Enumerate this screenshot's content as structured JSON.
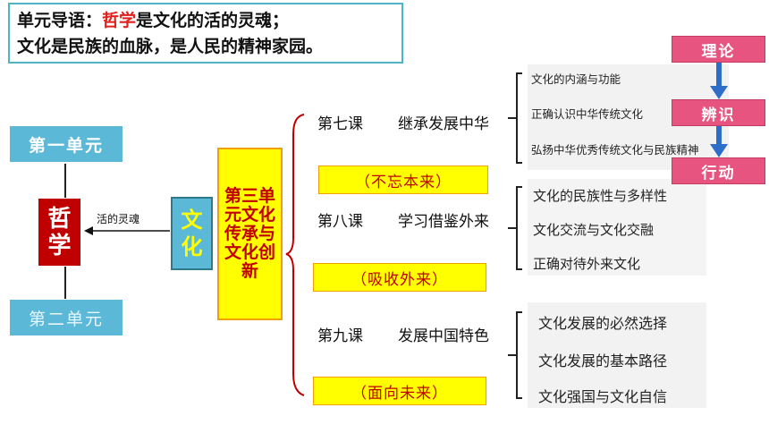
{
  "header": {
    "prefix": "单元导语：",
    "highlight": "哲学",
    "line1_rest": "是文化的活的灵魂；",
    "line2": "文化是民族的血脉，是人民的精神家园。"
  },
  "left": {
    "unit1": "第一单元",
    "unit2": "第二单元",
    "philosophy_chars": [
      "哲",
      "学"
    ],
    "link_label": "活的灵魂",
    "culture_chars": [
      "文",
      "化"
    ]
  },
  "unit3": "第三单元文化传承与文化创新",
  "lessons": [
    {
      "num": "第七课",
      "title": "继承发展中华",
      "tag": "（不忘本来）",
      "points": [
        "文化的内涵与功能",
        "正确认识中华传统文化",
        "弘扬中华优秀传统文化与民族精神"
      ]
    },
    {
      "num": "第八课",
      "title": "学习借鉴外来",
      "tag": "（吸收外来）",
      "points": [
        "文化的民族性与多样性",
        "文化交流与文化交融",
        "正确对待外来文化"
      ]
    },
    {
      "num": "第九课",
      "title": "发展中国特色",
      "tag": "（面向未来）",
      "points": [
        "文化发展的必然选择",
        "文化发展的基本路径",
        "文化强国与文化自信"
      ]
    }
  ],
  "flow": [
    "理论",
    "辨识",
    "行动"
  ],
  "colors": {
    "accent_blue": "#5bb8d6",
    "philosophy_red": "#c00000",
    "highlight_yellow": "#ffff00",
    "flow_pink": "#e75480",
    "arrow_blue": "#2f6ec8"
  }
}
